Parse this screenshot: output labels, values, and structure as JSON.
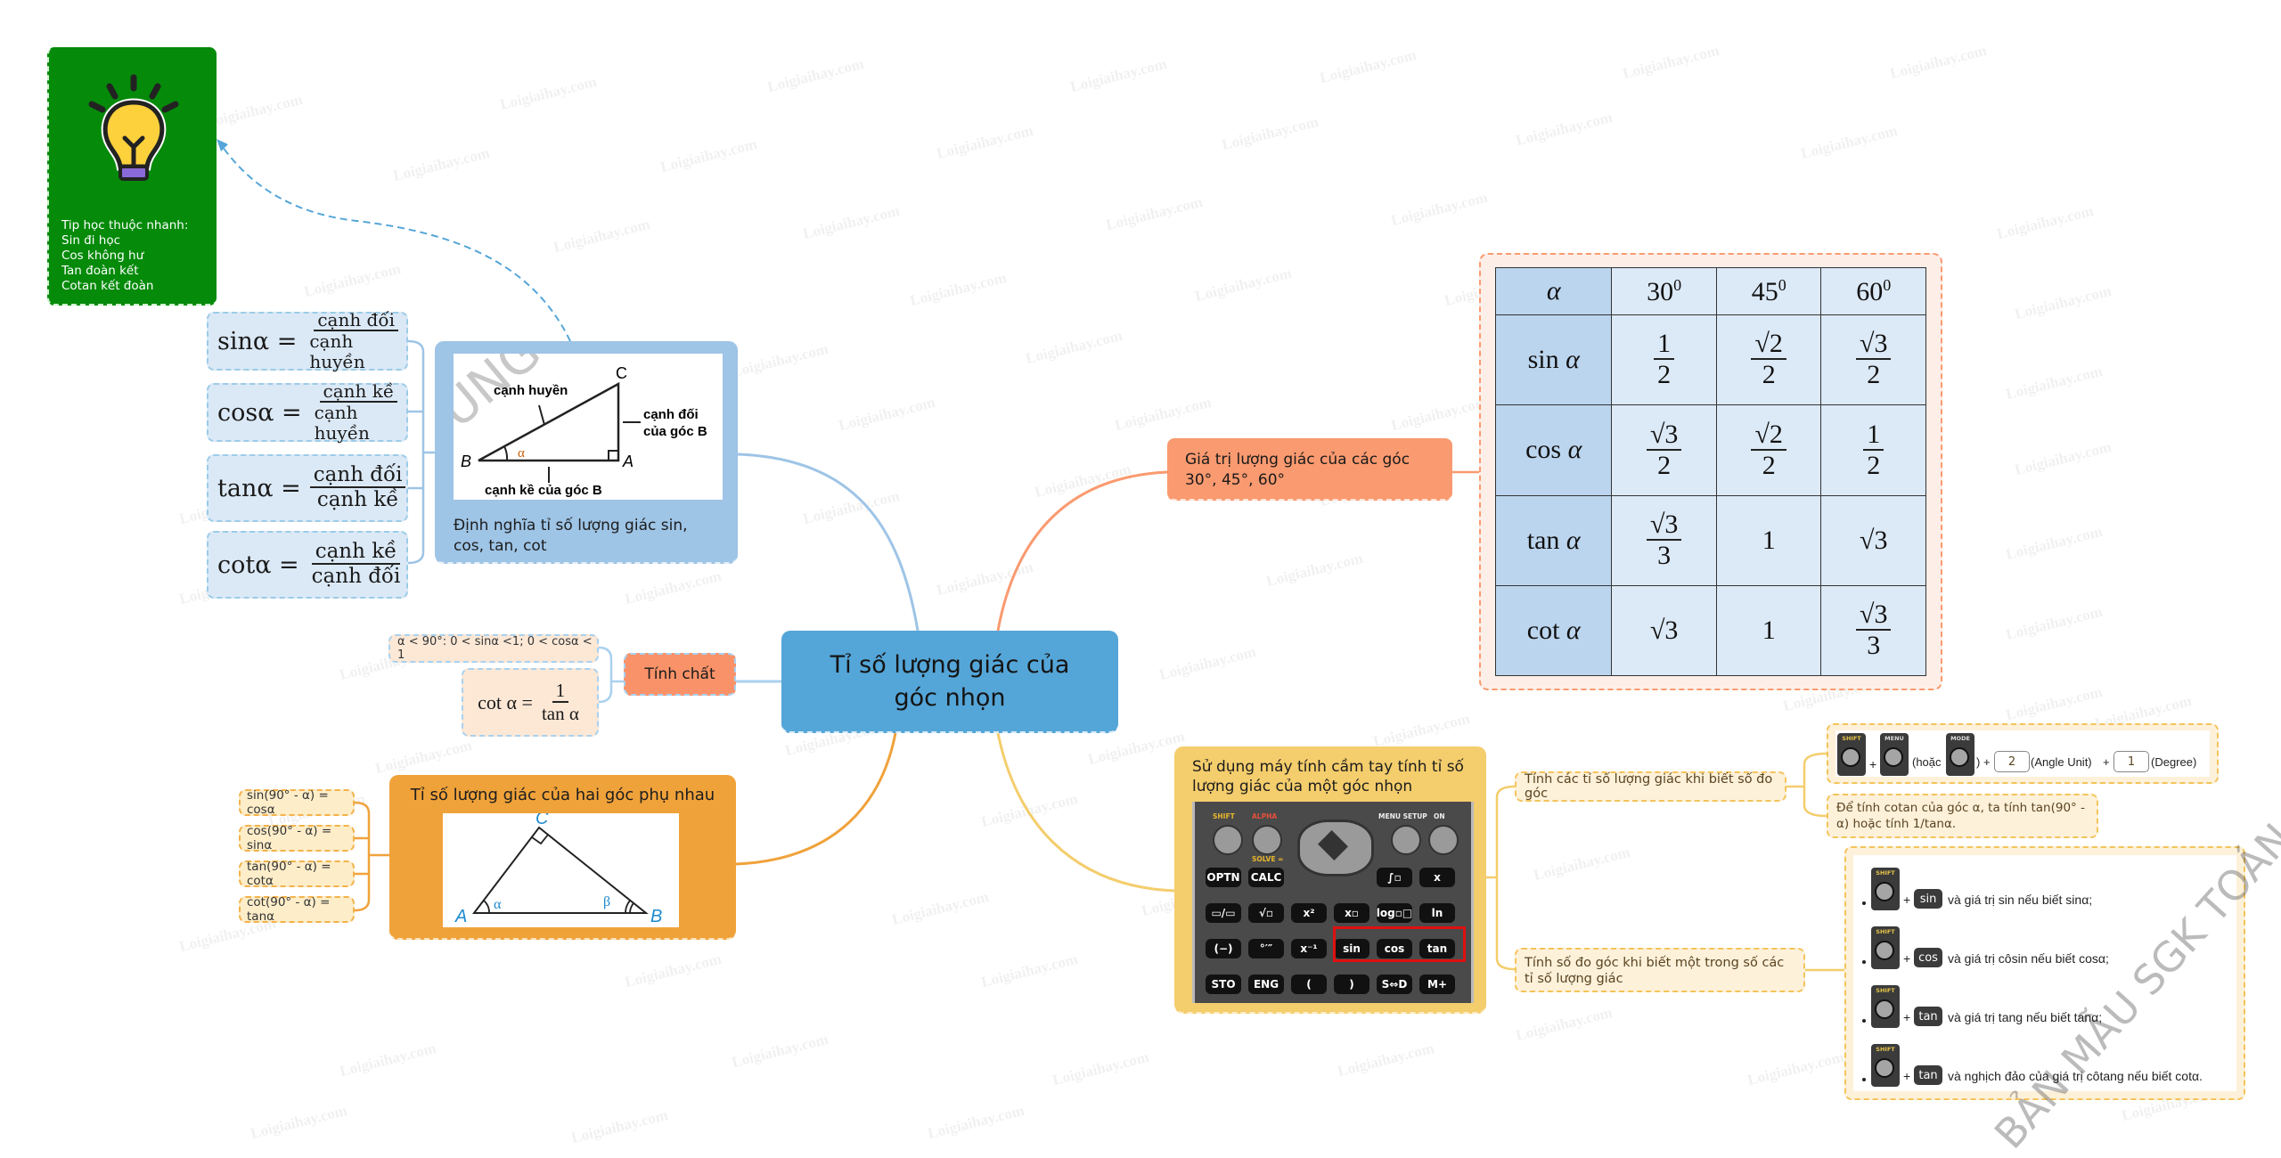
{
  "colors": {
    "central": "#55a6d8",
    "definition_branch": "#9ec4e6",
    "properties_branch": "#fa9269",
    "complementary_branch": "#f0a23a",
    "values_branch": "#fa9a70",
    "calculator_branch": "#f4cd6c",
    "tip_card": "#058a0a"
  },
  "watermark": "Loigiaihay.com",
  "central": {
    "title": "Tỉ số lượng giác của góc nhọn"
  },
  "tip": {
    "icon": "lightbulb-icon",
    "lines": [
      "Tip học thuộc nhanh:",
      "Sin đi học",
      "Cos không hư",
      "Tan đoàn kết",
      "Cotan kết đoàn"
    ]
  },
  "definition": {
    "caption": "Định nghĩa tỉ số lượng giác sin, cos, tan, cot",
    "figure": {
      "vertices": {
        "B": "B",
        "A": "A",
        "C": "C"
      },
      "angle": "α",
      "hypotenuse_label": "cạnh huyền",
      "opposite_label_1": "cạnh đối",
      "opposite_label_2": "của góc B",
      "adjacent_label": "cạnh kề của góc B",
      "stamp_text": "UNG"
    },
    "formulas": [
      {
        "lhs": "sinα =",
        "num": "cạnh đối",
        "den": "cạnh huyền"
      },
      {
        "lhs": "cosα =",
        "num": "cạnh kề",
        "den": "cạnh huyền"
      },
      {
        "lhs": "tanα =",
        "num": "cạnh đối",
        "den": "cạnh kề"
      },
      {
        "lhs": "cotα =",
        "num": "cạnh kề",
        "den": "cạnh đối"
      }
    ]
  },
  "properties": {
    "label": "Tính chất",
    "items": [
      {
        "text": "α < 90°: 0 < sinα <1; 0 < cosα < 1"
      },
      {
        "lhs": "cot α =",
        "num": "1",
        "den": "tan α"
      }
    ]
  },
  "complementary": {
    "title": "Tỉ số lượng giác của hai góc phụ nhau",
    "figure": {
      "A": "A",
      "B": "B",
      "C": "C",
      "alpha": "α",
      "beta": "β"
    },
    "formulas": [
      "sin(90° - α) = cosα",
      "cos(90° - α) = sinα",
      "tan(90° - α) = cotα",
      "cot(90° - α) = tanα"
    ]
  },
  "values": {
    "label": "Giá trị lượng giác của các góc 30°, 45°, 60°",
    "table": {
      "header": [
        "α",
        "30",
        "45",
        "60"
      ],
      "header_sup": "0",
      "rows": [
        {
          "fn": "sin α",
          "cells": [
            {
              "num": "1",
              "den": "2"
            },
            {
              "num": "√2",
              "den": "2"
            },
            {
              "num": "√3",
              "den": "2"
            }
          ]
        },
        {
          "fn": "cos α",
          "cells": [
            {
              "num": "√3",
              "den": "2"
            },
            {
              "num": "√2",
              "den": "2"
            },
            {
              "num": "1",
              "den": "2"
            }
          ]
        },
        {
          "fn": "tan α",
          "cells": [
            {
              "num": "√3",
              "den": "3"
            },
            {
              "val": "1"
            },
            {
              "val": "√3"
            }
          ]
        },
        {
          "fn": "cot α",
          "cells": [
            {
              "val": "√3"
            },
            {
              "val": "1"
            },
            {
              "num": "√3",
              "den": "3"
            }
          ]
        }
      ]
    }
  },
  "calculator": {
    "title": "Sử dụng máy tính cầm tay tính tỉ số lượng giác của một góc nhọn",
    "top_labels": [
      "SHIFT",
      "ALPHA",
      "MENU SETUP",
      "ON"
    ],
    "solve_label": "SOLVE =",
    "rows": [
      [
        "OPTN",
        "CALC",
        "",
        "",
        "∫▫",
        "x"
      ],
      [
        "▭/▭",
        "√▫",
        "x²",
        "x▫",
        "log▫□",
        "ln"
      ],
      [
        "(−)",
        "°′″",
        "x⁻¹",
        "sin",
        "cos",
        "tan"
      ],
      [
        "STO",
        "ENG",
        "(",
        ")",
        "S⇔D",
        "M+"
      ]
    ],
    "highlight_keys": [
      "sin",
      "cos",
      "tan"
    ],
    "highlight_color": "#e01010",
    "sub_degree": {
      "label": "Tính các tỉ số lượng giác khi biết số đo góc",
      "keys": {
        "shift": "SHIFT",
        "menu": "MENU",
        "mode": "MODE"
      },
      "plus": "+",
      "or_text": "(hoặc",
      "close_paren": ")",
      "key_2": "2",
      "angle_unit": "(Angle Unit)",
      "key_1": "1",
      "degree": "(Degree)",
      "cotan_note": "Để tính cotan của góc α, ta tính tan(90° - α) hoặc tính 1/tanα."
    },
    "sub_angle": {
      "label": "Tính số đo góc khi biết một trong số các tỉ số lượng giác",
      "shift_label": "SHIFT",
      "stamp_text": "BẢN MẪU SGK TOÁN",
      "items": [
        {
          "key": "sin",
          "text": "và giá trị sin nếu biết sinα;"
        },
        {
          "key": "cos",
          "text": "và giá trị côsin nếu biết cosα;"
        },
        {
          "key": "tan",
          "text": "và giá trị tang nếu biết tanα;"
        },
        {
          "key": "tan",
          "text": "và nghịch đảo của giá trị côtang nếu biết cotα."
        }
      ]
    }
  }
}
